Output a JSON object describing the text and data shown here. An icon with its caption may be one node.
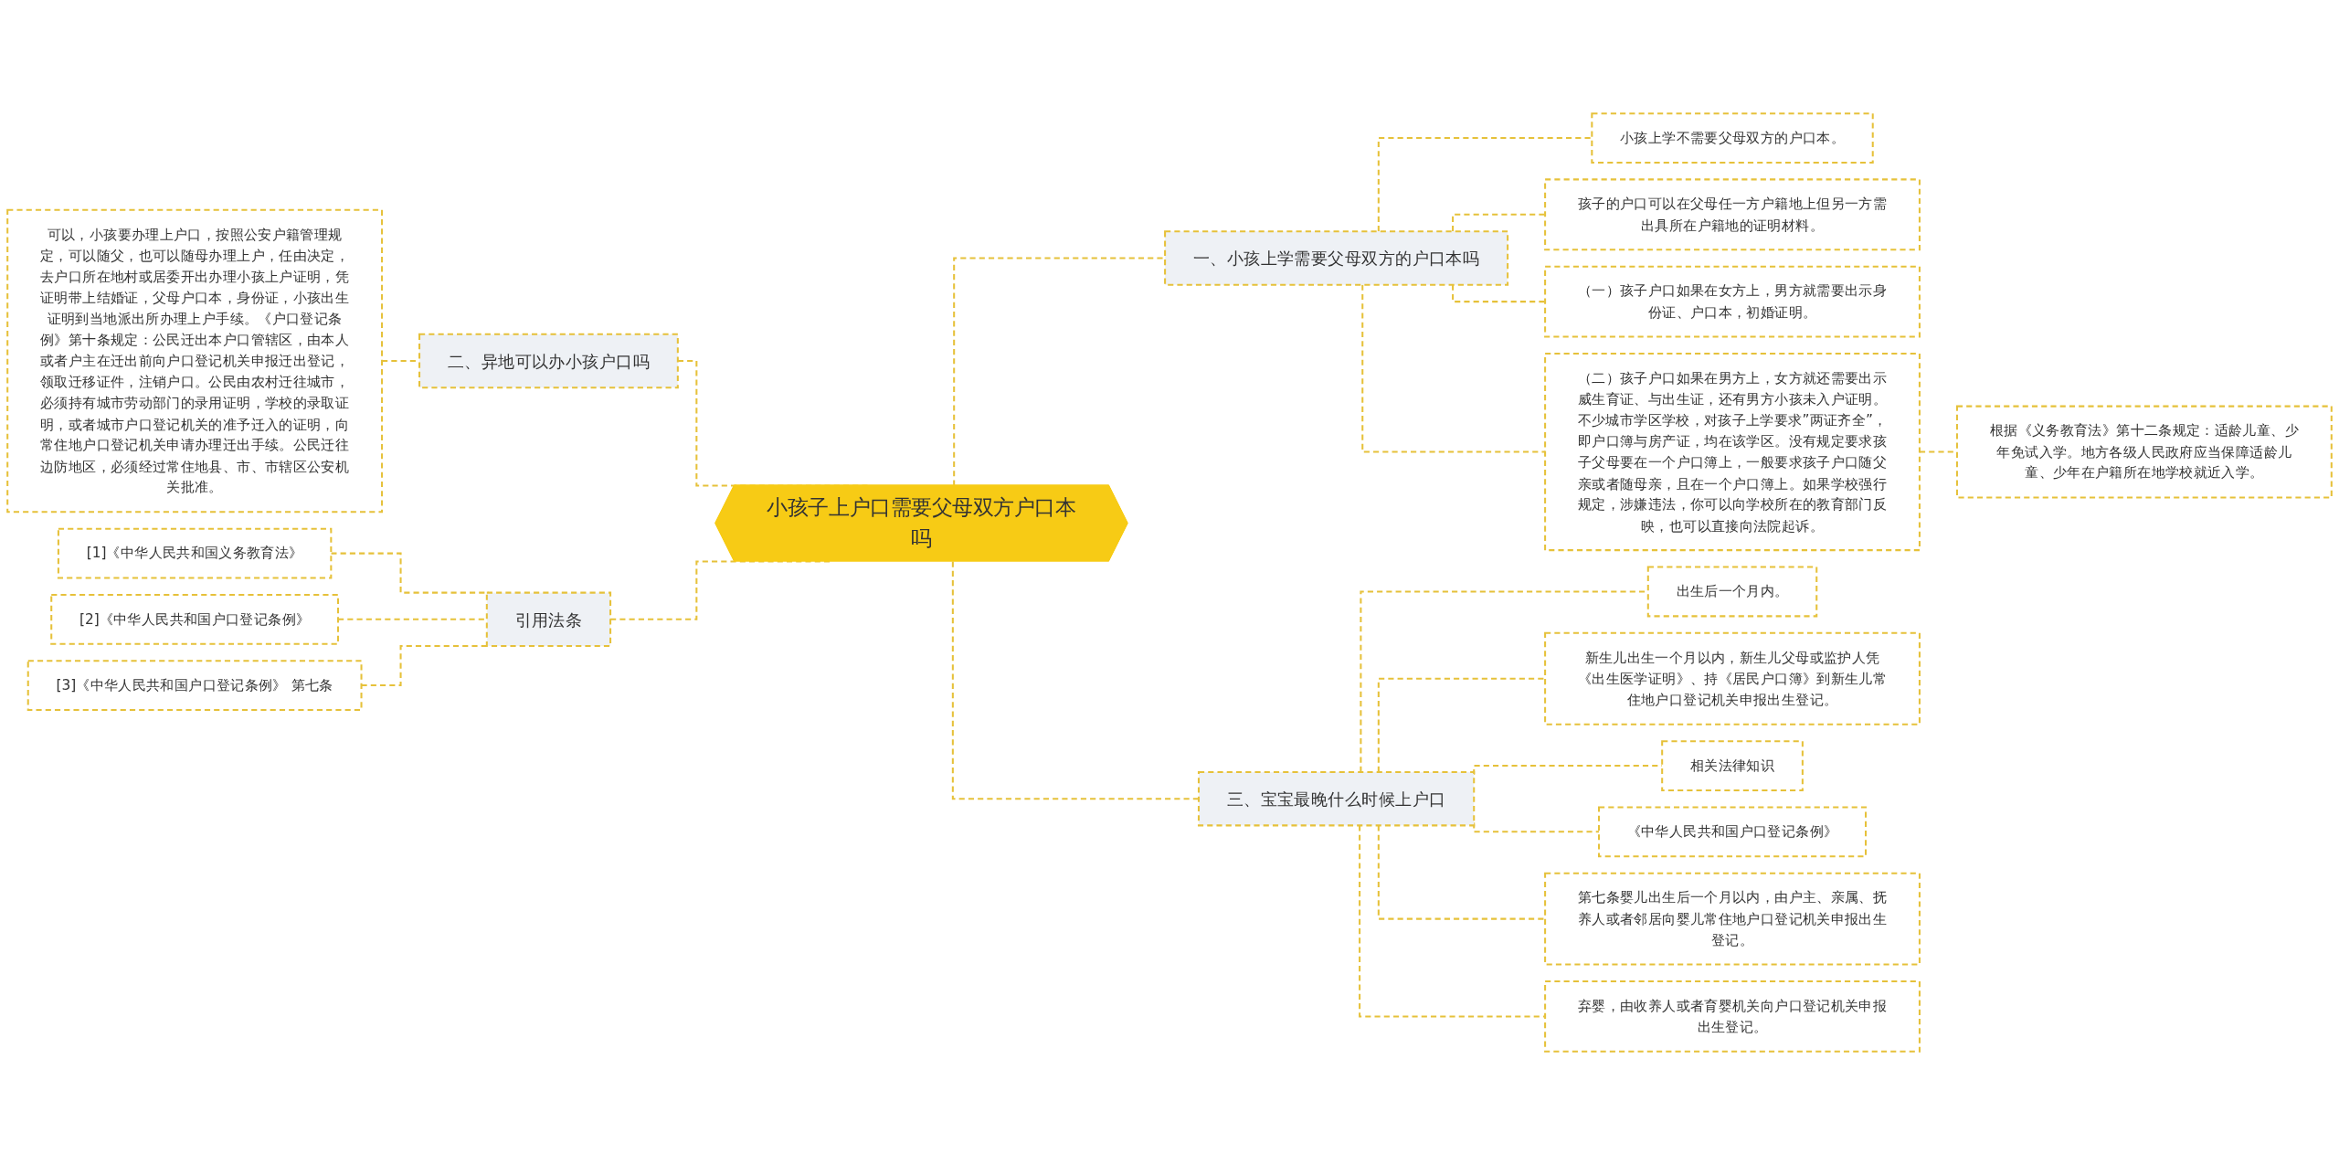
{
  "diagram": {
    "nodes": [
      {
        "text": [
          "小孩子上户口需要父母双方户口本吗"
        ]
      },
      {
        "text": [
          "一、小孩上学需要父母双方的户口本吗"
        ]
      },
      {
        "text": [
          "小孩上学不需要父母双方的户口本。"
        ]
      },
      {
        "text": [
          "孩子的户口可以在父母任一方户籍地上但另一方需出具所在户籍地的证明材料。"
        ]
      },
      {
        "text": [
          "（一）孩子户口如果在女方上，男方就需要出示身份证、户口本，初婚证明。"
        ]
      },
      {
        "text": [
          "（二）孩子户口如果在男方上，女方就还需要出示威生育证、与出生证，还有男方小孩未入户证明。不少城市学区学校，对孩子上学要求”两证齐全”，即户口簿与房产证，均在该学区。没有规定要求孩子父母要在一个户口簿上，一般要求孩子户口随父亲或者随母亲，且在一个户口簿上。如果学校强行规定，涉嫌违法，你可以向学校所在的教育部门反映，也可以直接向法院起诉。"
        ]
      },
      {
        "text": [
          "根据《义务教育法》第十二条规定：适龄儿童、少年免试入学。地方各级人民政府应当保障适龄儿童、少年在户籍所在地学校就近入学。"
        ]
      },
      {
        "text": [
          "三、宝宝最晚什么时候上户口"
        ]
      },
      {
        "text": [
          "出生后一个月内。"
        ]
      },
      {
        "text": [
          "新生儿出生一个月以内，新生儿父母或监护人凭《出生医学证明》、持《居民户口簿》到新生儿常住地户口登记机关申报出生登记。"
        ]
      },
      {
        "text": [
          "相关法律知识"
        ]
      },
      {
        "text": [
          "《中华人民共和国户口登记条例》"
        ]
      },
      {
        "text": [
          "第七条婴儿出生后一个月以内，由户主、亲属、抚养人或者邻居向婴儿常住地户口登记机关申报出生登记。"
        ]
      },
      {
        "text": [
          "弃婴，由收养人或者育婴机关向户口登记机关申报出生登记。"
        ]
      },
      {
        "text": [
          "二、异地可以办小孩户口吗"
        ]
      },
      {
        "text": [
          "可以，小孩要办理上户口，按照公安户籍管理规定，可以随父，也可以随母办理上户，任由决定，去户口所在地村或居委开出办理小孩上户证明，凭证明带上结婚证，父母户口本，身份证，小孩出生证明到当地派出所办理上户手续。《户口登记条例》第十条规定：公民迁出本户口管辖区，由本人或者户主在迁出前向户口登记机关申报迁出登记，领取迁移证件，注销户口。公民由农村迁往城市，必须持有城市劳动部门的录用证明，学校的录取证明，或者城市户口登记机关的准予迁入的证明，向常住地户口登记机关申请办理迁出手续。公民迁往边防地区，必须经过常住地县、市、市辖区公安机关批准。"
        ]
      },
      {
        "text": [
          "引用法条"
        ]
      },
      {
        "text": [
          "[1]《中华人民共和国义务教育法》"
        ]
      },
      {
        "text": [
          "[2]《中华人民共和国户口登记条例》"
        ]
      },
      {
        "text": [
          "[3]《中华人民共和国户口登记条例》 第七条"
        ]
      }
    ],
    "edges": [
      {
        "from": 0,
        "to": 1,
        "arrow": "none"
      },
      {
        "from": 1,
        "to": 2,
        "arrow": "none"
      },
      {
        "from": 1,
        "to": 3,
        "arrow": "none"
      },
      {
        "from": 1,
        "to": 4,
        "arrow": "none"
      },
      {
        "from": 1,
        "to": 5,
        "arrow": "none"
      },
      {
        "from": 5,
        "to": 6,
        "arrow": "none"
      },
      {
        "from": 0,
        "to": 7,
        "arrow": "none"
      },
      {
        "from": 7,
        "to": 8,
        "arrow": "none"
      },
      {
        "from": 7,
        "to": 9,
        "arrow": "none"
      },
      {
        "from": 7,
        "to": 10,
        "arrow": "none"
      },
      {
        "from": 7,
        "to": 11,
        "arrow": "none"
      },
      {
        "from": 7,
        "to": 12,
        "arrow": "none"
      },
      {
        "from": 7,
        "to": 13,
        "arrow": "none"
      },
      {
        "from": 0,
        "to": 14,
        "arrow": "none"
      },
      {
        "from": 14,
        "to": 15,
        "arrow": "none"
      },
      {
        "from": 0,
        "to": 16,
        "arrow": "none"
      },
      {
        "from": 16,
        "to": 17,
        "arrow": "none"
      },
      {
        "from": 16,
        "to": 18,
        "arrow": "none"
      },
      {
        "from": 16,
        "to": 19,
        "arrow": "none"
      }
    ]
  }
}
